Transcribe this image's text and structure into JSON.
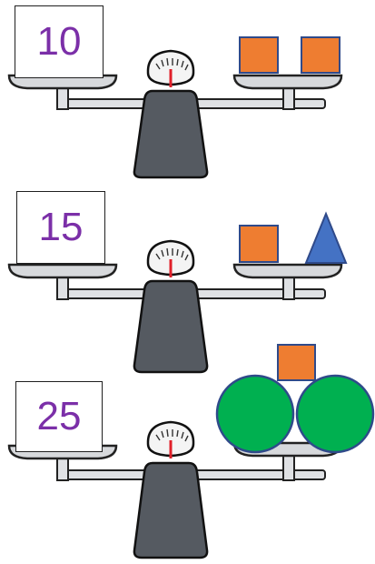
{
  "scales": [
    {
      "label": "10",
      "items": [
        "orange-square",
        "orange-square"
      ]
    },
    {
      "label": "15",
      "items": [
        "orange-square",
        "blue-triangle"
      ]
    },
    {
      "label": "25",
      "items": [
        "green-circle",
        "green-circle",
        "orange-square"
      ]
    }
  ],
  "colors": {
    "orange": "#ee7d31",
    "blue": "#4472c4",
    "green": "#00b050",
    "shape_border": "#2f4a8a",
    "number": "#7b2fa8",
    "scale_body": "#555a61",
    "pan": "#d7d9dc"
  }
}
